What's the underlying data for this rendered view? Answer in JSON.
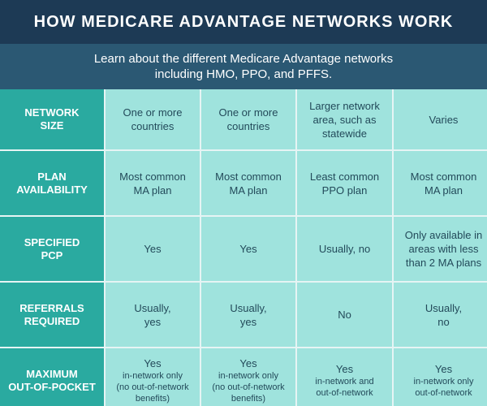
{
  "title": "HOW MEDICARE ADVANTAGE NETWORKS WORK",
  "subtitle": {
    "line1": "Learn about the different Medicare Advantage networks",
    "line2": "including HMO, PPO, and PFFS."
  },
  "colors": {
    "title_bg": "#1d3a55",
    "subtitle_bg": "#2b5873",
    "row_header_bg": "#2aaaa0",
    "cell_bg": "#9fe3dd",
    "cell_text": "#234a5a"
  },
  "rows": [
    {
      "header": [
        "NETWORK",
        "SIZE"
      ],
      "cells": [
        [
          "One or more",
          "countries"
        ],
        [
          "One or more",
          "countries"
        ],
        [
          "Larger network",
          "area, such as",
          "statewide"
        ],
        [
          "Varies"
        ]
      ]
    },
    {
      "header": [
        "PLAN",
        "AVAILABILITY"
      ],
      "cells": [
        [
          "Most common",
          "MA plan"
        ],
        [
          "Most common",
          "MA plan"
        ],
        [
          "Least common",
          "PPO plan"
        ],
        [
          "Most common",
          "MA plan"
        ]
      ]
    },
    {
      "header": [
        "SPECIFIED",
        "PCP"
      ],
      "cells": [
        [
          "Yes"
        ],
        [
          "Yes"
        ],
        [
          "Usually, no"
        ],
        [
          "Only available in",
          "areas with less",
          "than 2 MA plans"
        ]
      ]
    },
    {
      "header": [
        "REFERRALS",
        "REQUIRED"
      ],
      "cells": [
        [
          "Usually,",
          "yes"
        ],
        [
          "Usually,",
          "yes"
        ],
        [
          "No"
        ],
        [
          "Usually,",
          "no"
        ]
      ]
    },
    {
      "header": [
        "MAXIMUM",
        "OUT-OF-POCKET"
      ],
      "cells_rich": [
        {
          "main": "Yes",
          "sub": [
            "in-network only",
            "(no out-of-network",
            "benefits)"
          ]
        },
        {
          "main": "Yes",
          "sub": [
            "in-network only",
            "(no out-of-network",
            "benefits)"
          ]
        },
        {
          "main": "Yes",
          "sub": [
            "in-network and",
            "out-of-network"
          ]
        },
        {
          "main": "Yes",
          "sub": [
            "in-network only",
            "out-of-network"
          ]
        }
      ]
    }
  ]
}
